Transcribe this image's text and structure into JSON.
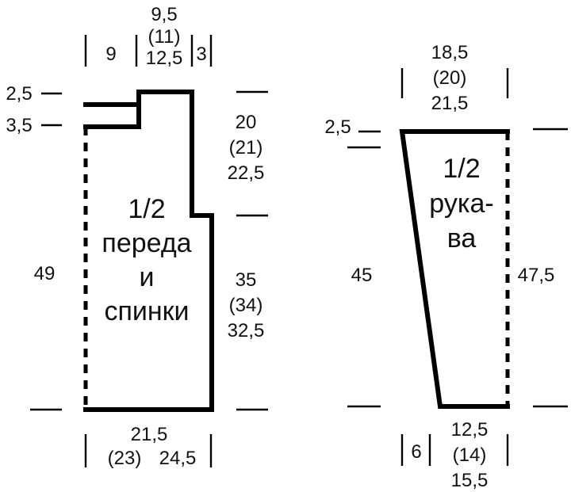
{
  "body_piece": {
    "title_lines": [
      "1/2",
      "переда",
      "и",
      "спинки"
    ],
    "top": {
      "left": "9",
      "mid": [
        "9,5",
        "(11)",
        "12,5"
      ],
      "right": "3"
    },
    "left_marks": [
      "2,5",
      "3,5"
    ],
    "left_height": "49",
    "right_top": [
      "20",
      "(21)",
      "22,5"
    ],
    "right_bottom": [
      "35",
      "(34)",
      "32,5"
    ],
    "bottom": [
      "21,5",
      "(23)",
      "24,5"
    ]
  },
  "sleeve_piece": {
    "title_lines": [
      "1/2",
      "рука-",
      "ва"
    ],
    "top": [
      "18,5",
      "(20)",
      "21,5"
    ],
    "left_mark": "2,5",
    "left_height": "45",
    "right_height": "47,5",
    "bottom_left": "6",
    "bottom": [
      "12,5",
      "(14)",
      "15,5"
    ]
  }
}
